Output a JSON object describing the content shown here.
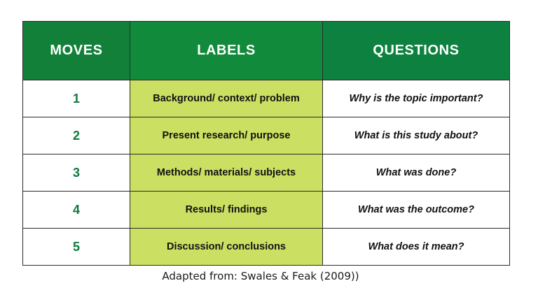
{
  "table": {
    "headers": [
      {
        "label": "MOVES"
      },
      {
        "label": "LABELS"
      },
      {
        "label": "QUESTIONS"
      }
    ],
    "rows": [
      {
        "move": "1",
        "label": "Background/ context/ problem",
        "question": "Why is the topic important?"
      },
      {
        "move": "2",
        "label": "Present research/ purpose",
        "question": "What is this study about?"
      },
      {
        "move": "3",
        "label": "Methods/ materials/ subjects",
        "question": "What was done?"
      },
      {
        "move": "4",
        "label": "Results/ findings",
        "question": "What was the outcome?"
      },
      {
        "move": "5",
        "label": "Discussion/ conclusions",
        "question": "What does it mean?"
      }
    ]
  },
  "caption": {
    "text": "Adapted from: Swales & Feak (2009))"
  },
  "colors": {
    "header_green": "#128a3b",
    "label_cell_green": "#cbdf62",
    "move_number_green": "#0f7a3d",
    "border": "#2b2b2b",
    "background": "#ffffff"
  }
}
